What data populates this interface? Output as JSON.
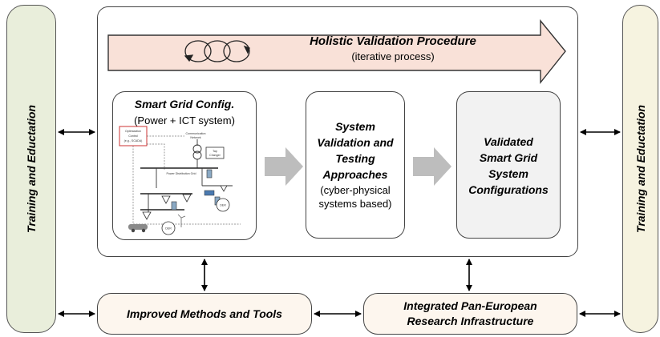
{
  "side_left": {
    "label": "Training and Eductation"
  },
  "side_right": {
    "label": "Training and Eductation"
  },
  "banner": {
    "title": "Holistic Validation Procedure",
    "subtitle": "(iterative process)"
  },
  "card_config": {
    "title": "Smart Grid Config.",
    "subtitle": "(Power + ICT system)",
    "schematic": {
      "optimization_label": [
        "Optimization",
        "Control",
        "(e.g., SCADA)"
      ],
      "communication_label": [
        "Communication",
        "Network"
      ],
      "tap_changer_label": [
        "Tap",
        "Changer"
      ],
      "grid_label": "Power Distribution Grid",
      "der_label": "DER"
    }
  },
  "card_validation": {
    "title_lines": [
      "System",
      "Validation and",
      "Testing",
      "Approaches"
    ],
    "subtitle_lines": [
      "(cyber-physical",
      "systems based)"
    ]
  },
  "card_validated": {
    "title_lines": [
      "Validated",
      "Smart Grid",
      "System",
      "Configurations"
    ]
  },
  "bottom_left": {
    "label": "Improved Methods and Tools"
  },
  "bottom_right": {
    "line1": "Integrated Pan-European",
    "line2": "Research Infrastructure"
  },
  "colors": {
    "side_left": "#e9eedb",
    "side_right": "#f6f3e0",
    "banner": "#f9e1d8",
    "bottom_box": "#fdf6ee",
    "process_arrow": "#bdbdbd"
  }
}
